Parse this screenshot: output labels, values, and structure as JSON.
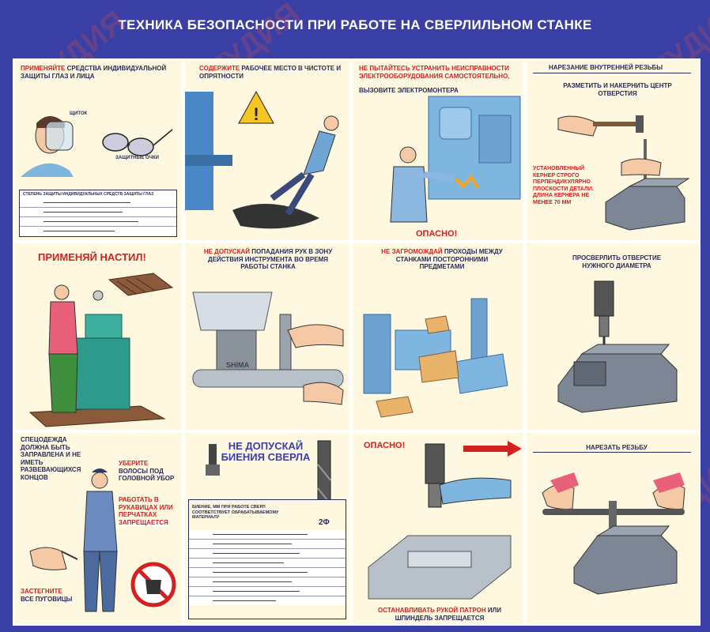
{
  "poster": {
    "title": "ТЕХНИКА БЕЗОПАСНОСТИ ПРИ РАБОТЕ НА СВЕРЛИЛЬНОМ СТАНКЕ",
    "watermark": "СТУДИЯ",
    "colors": {
      "frame": "#3a3fa5",
      "panel": "#fdf8df",
      "warning": "#d32020",
      "text": "#2a2a5a"
    }
  },
  "panels": {
    "p1": {
      "caption_red": "Применяйте",
      "caption": "средства индивидуальной защиты глаз и лица",
      "label_shield": "Щиток",
      "label_glasses": "Защитные очки",
      "table_title": "Степень защиты индивидуальных средств защиты глаз"
    },
    "p2": {
      "caption_red": "Содержите",
      "caption": "рабочее место в чистоте и опрятности",
      "icon": "warning-triangle-icon"
    },
    "p3": {
      "caption_red": "Не пытайтесь устранить",
      "caption_red2": "неисправности электрооборудования самостоятельно,",
      "caption": "вызовите электромонтера",
      "danger": "ОПАСНО!"
    },
    "p4": {
      "caption": "Нарезание внутренней резьбы",
      "step1": "Разметить и накернить центр отверстия",
      "spec": "Установленный кернер строго перпендикулярно плоскости детали. Длина кернера не менее 70 мм"
    },
    "p5": {
      "big": "ПРИМЕНЯЙ НАСТИЛ!"
    },
    "p6": {
      "caption_red": "Не допускай",
      "caption": "попадания рук в зону действия инструмента во время работы станка",
      "label": "SHIMA"
    },
    "p7": {
      "caption_red": "Не загромождай",
      "caption": "проходы между станками посторонними предметами"
    },
    "p8": {
      "caption": "Просверлить отверстие нужного диаметра"
    },
    "p9": {
      "caption": "Спецодежда должна быть заправлена и не иметь развевающихся концов",
      "hair_red": "Уберите",
      "hair": "волосы под головной убор",
      "gloves_red": "Работать в рукавицах или перчатках",
      "gloves": "запрещается",
      "buttons_red": "Застегните",
      "buttons": "все пуговицы"
    },
    "p10": {
      "big": "НЕ ДОПУСКАЙ БИЕНИЯ СВЕРЛА",
      "table_title": "Биение, мм при работе сверл соответствует обрабатываемому материалу",
      "angle": "2φ"
    },
    "p11": {
      "danger": "ОПАСНО!",
      "caption_red": "Останавливать рукой патрон",
      "caption": "или шпиндель запрещается"
    },
    "p12": {
      "caption": "Нарезать резьбу"
    }
  }
}
